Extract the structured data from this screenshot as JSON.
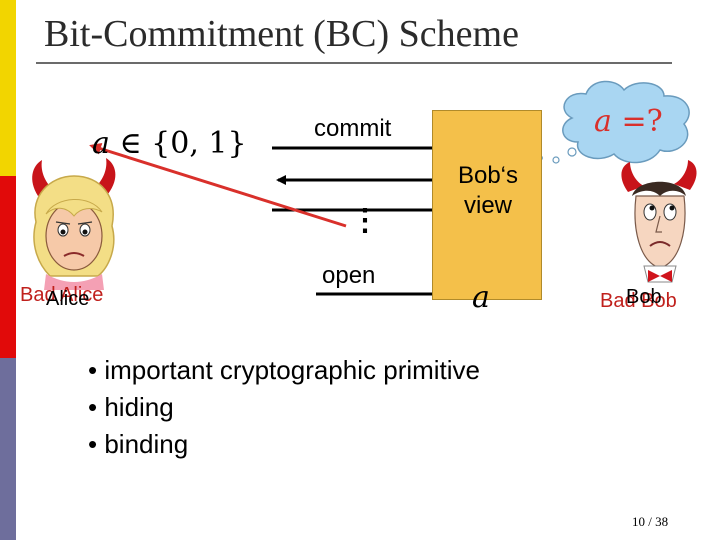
{
  "slide": {
    "title": "Bit-Commitment (BC) Scheme",
    "page_current": "10",
    "page_sep": "/",
    "page_total": "38"
  },
  "sidebar": {
    "colors": [
      "#f2d500",
      "#e10a0a",
      "#6e6e9c"
    ]
  },
  "protocol": {
    "alice_value_var": "a",
    "alice_value_rest": "∈ {0, 1}",
    "commit_label": "commit",
    "open_label": "open",
    "dots_label": "⋮",
    "bob_view_label": "Bob‘s view",
    "opened_value": "a",
    "thought_var": "a",
    "thought_rest": "=?"
  },
  "parties": {
    "alice_label": "Alice",
    "bad_alice_label": "Bad Alice",
    "bob_label": "Bob",
    "bad_bob_label": "Bad Bob"
  },
  "bullets": [
    "• important cryptographic primitive",
    "• hiding",
    "• binding"
  ],
  "colors": {
    "title_text": "#2b2b2b",
    "view_box": "#f4c04a",
    "red_arrow": "#d9302b",
    "bad_label": "#c0201c",
    "thought_cloud": "#a9d6f2"
  }
}
